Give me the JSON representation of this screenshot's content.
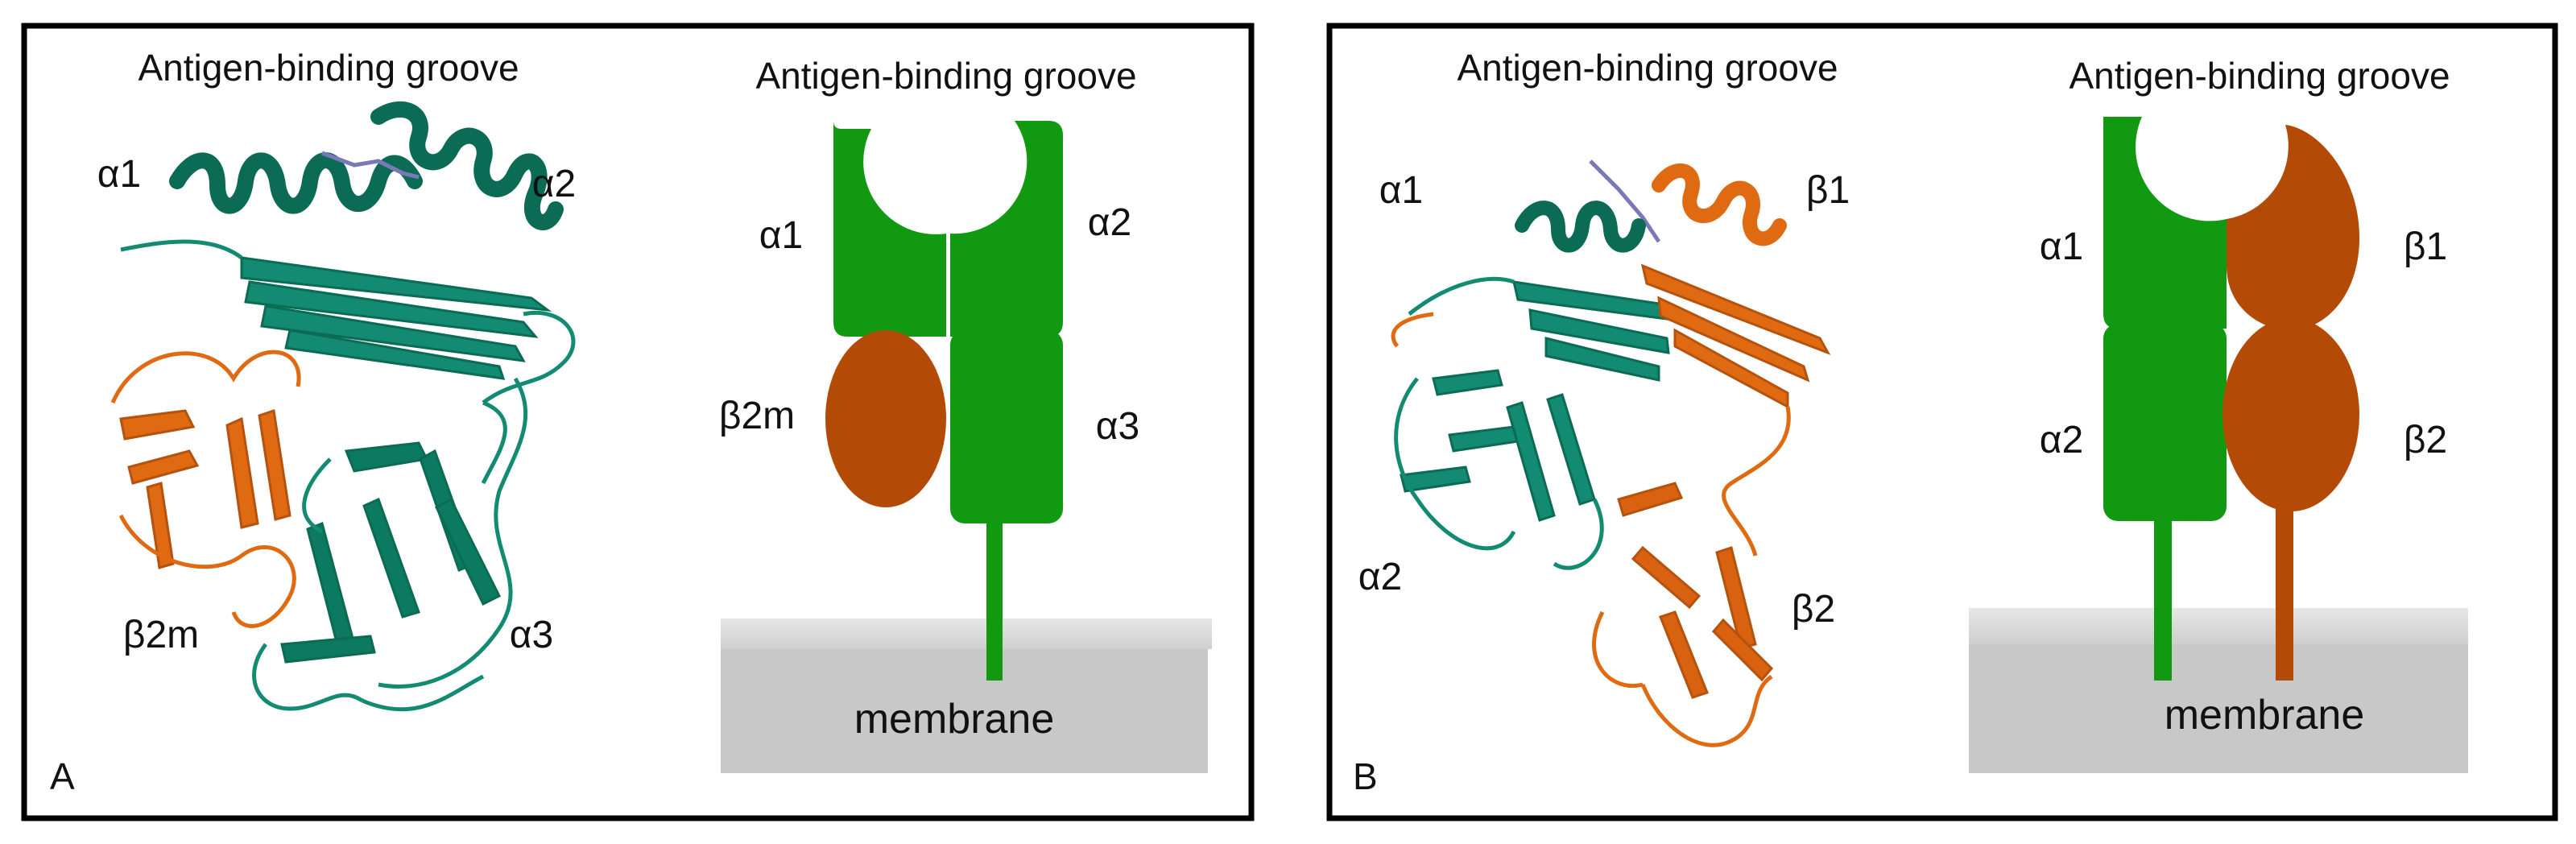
{
  "colors": {
    "teal": "#138a72",
    "teal_dark": "#0b6b55",
    "orange": "#e06a12",
    "orange_dark": "#b4520e",
    "green": "#119a11",
    "brown": "#b34a06",
    "membrane": "#c8c8c8",
    "membrane_edge": "#dcdcdc",
    "peptide": "#7a78b8"
  },
  "panelA": {
    "letter": "A",
    "structure": {
      "groove_label": "Antigen-binding groove",
      "alpha1": "α1",
      "alpha2": "α2",
      "alpha3": "α3",
      "b2m": "β2m"
    },
    "schematic": {
      "groove_label": "Antigen-binding groove",
      "alpha1": "α1",
      "alpha2": "α2",
      "alpha3": "α3",
      "b2m": "β2m",
      "membrane": "membrane"
    }
  },
  "panelB": {
    "letter": "B",
    "structure": {
      "groove_label": "Antigen-binding groove",
      "alpha1": "α1",
      "alpha2": "α2",
      "beta1": "β1",
      "beta2": "β2"
    },
    "schematic": {
      "groove_label": "Antigen-binding groove",
      "alpha1": "α1",
      "alpha2": "α2",
      "beta1": "β1",
      "beta2": "β2",
      "membrane": "membrane"
    }
  }
}
